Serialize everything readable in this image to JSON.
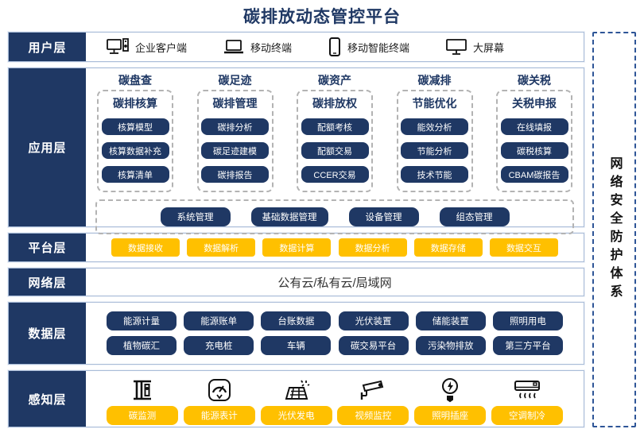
{
  "title": "碳排放动态管控平台",
  "security": {
    "label": "网络安全防护体系"
  },
  "layers": {
    "user": {
      "label": "用户层",
      "items": [
        {
          "icon": "desktop-pc-icon",
          "label": "企业客户端"
        },
        {
          "icon": "laptop-icon",
          "label": "移动终端"
        },
        {
          "icon": "smartphone-icon",
          "label": "移动智能终端"
        },
        {
          "icon": "big-screen-icon",
          "label": "大屏幕"
        }
      ]
    },
    "app": {
      "label": "应用层",
      "columns": [
        {
          "title": "碳盘查",
          "subtitle": "碳排核算",
          "buttons": [
            "核算模型",
            "核算数据补充",
            "核算清单"
          ]
        },
        {
          "title": "碳足迹",
          "subtitle": "碳排管理",
          "buttons": [
            "碳排分析",
            "碳足迹建模",
            "碳排报告"
          ]
        },
        {
          "title": "碳资产",
          "subtitle": "碳排放权",
          "buttons": [
            "配额考核",
            "配额交易",
            "CCER交易"
          ]
        },
        {
          "title": "碳减排",
          "subtitle": "节能优化",
          "buttons": [
            "能效分析",
            "节能分析",
            "技术节能"
          ]
        },
        {
          "title": "碳关税",
          "subtitle": "关税申报",
          "buttons": [
            "在线填报",
            "碳税核算",
            "CBAM碳报告"
          ]
        }
      ],
      "common_buttons": [
        "系统管理",
        "基础数据管理",
        "设备管理",
        "组态管理"
      ]
    },
    "platform": {
      "label": "平台层",
      "buttons": [
        "数据接收",
        "数据解析",
        "数据计算",
        "数据分析",
        "数据存储",
        "数据交互"
      ]
    },
    "network": {
      "label": "网络层",
      "text": "公有云/私有云/局域网"
    },
    "data": {
      "label": "数据层",
      "row1": [
        "能源计量",
        "能源账单",
        "台账数据",
        "光伏装置",
        "储能装置",
        "照明用电"
      ],
      "row2": [
        "植物碳汇",
        "充电桩",
        "车辆",
        "碳交易平台",
        "污染物排放",
        "第三方平台"
      ]
    },
    "perception": {
      "label": "感知层",
      "items": [
        {
          "icon": "carbon-monitor-icon",
          "label": "碳监测"
        },
        {
          "icon": "energy-meter-icon",
          "label": "能源表计"
        },
        {
          "icon": "solar-panel-icon",
          "label": "光伏发电"
        },
        {
          "icon": "cctv-camera-icon",
          "label": "视频监控"
        },
        {
          "icon": "light-bulb-icon",
          "label": "照明插座"
        },
        {
          "icon": "air-conditioner-icon",
          "label": "空调制冷"
        }
      ]
    }
  },
  "colors": {
    "navy": "#1f3864",
    "yellow": "#ffc000",
    "band_border": "#a9bcd8",
    "dashed_security": "#2e5597"
  }
}
